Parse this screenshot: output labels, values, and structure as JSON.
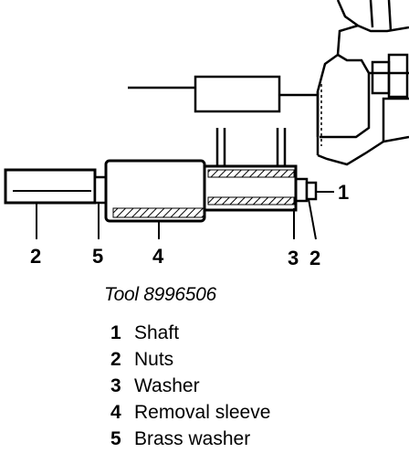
{
  "tool_caption": "Tool 8996506",
  "callouts": {
    "c1": "1",
    "c2_left": "2",
    "c5": "5",
    "c4": "4",
    "c3": "3",
    "c2_right": "2"
  },
  "legend": [
    {
      "num": "1",
      "label": "Shaft"
    },
    {
      "num": "2",
      "label": "Nuts"
    },
    {
      "num": "3",
      "label": "Washer"
    },
    {
      "num": "4",
      "label": "Removal sleeve"
    },
    {
      "num": "5",
      "label": "Brass washer"
    }
  ]
}
